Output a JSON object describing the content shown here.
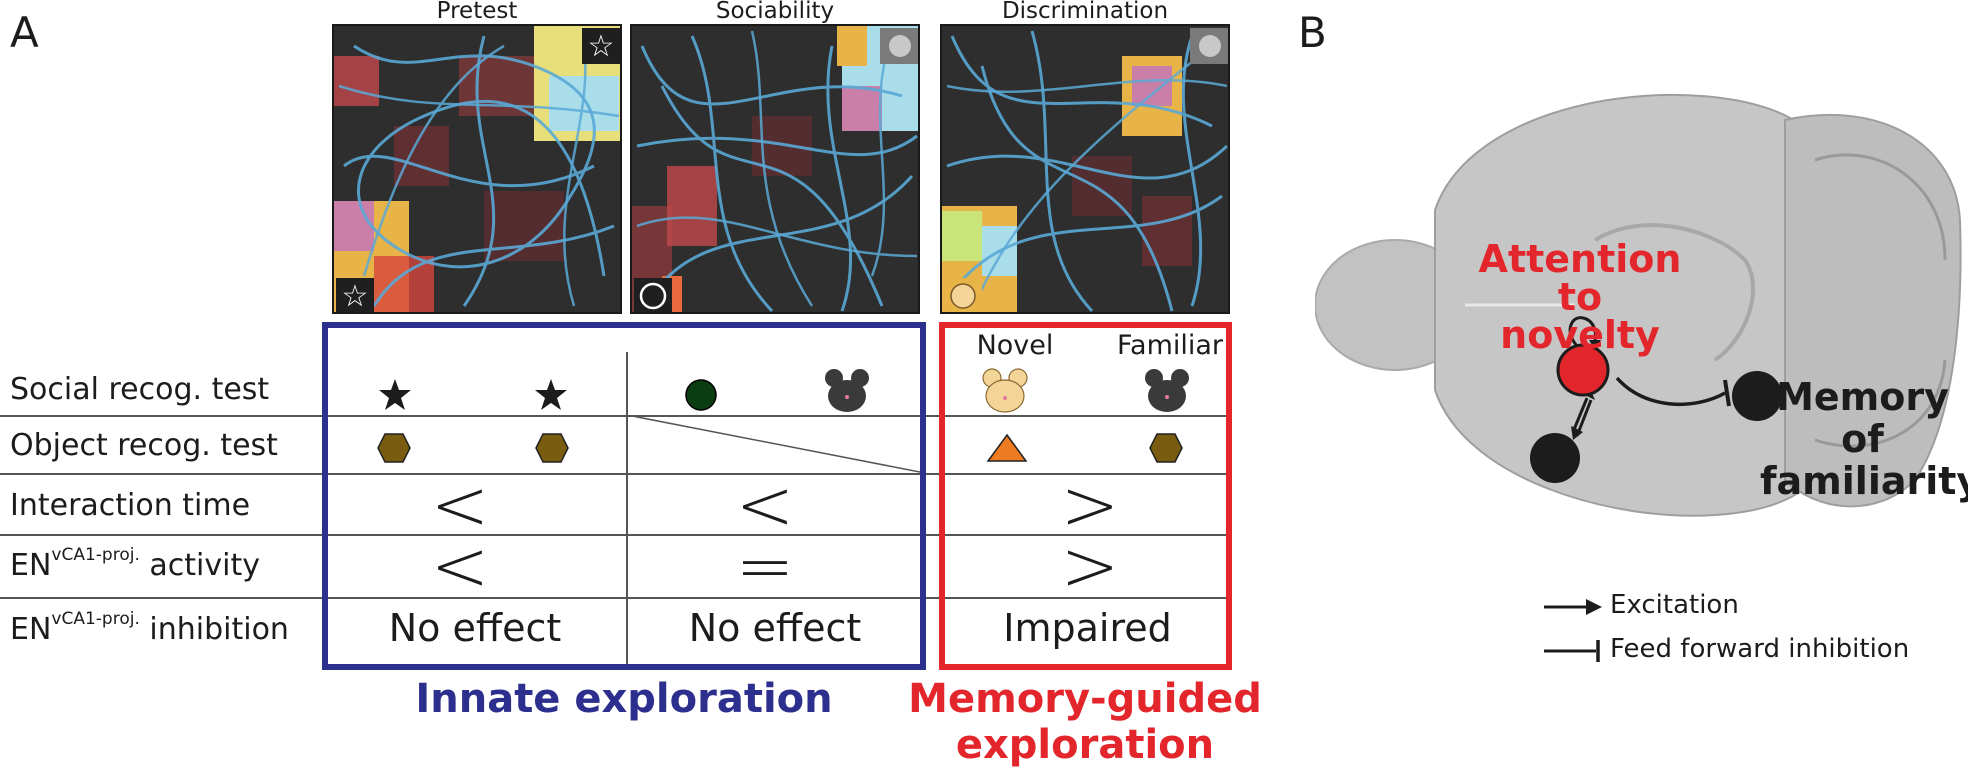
{
  "panels": {
    "a": "A",
    "b": "B"
  },
  "maps": [
    {
      "title": "Pretest"
    },
    {
      "title": "Sociability"
    },
    {
      "title": "Discrimination"
    }
  ],
  "table": {
    "rows": [
      "Social recog. test",
      "Object recog. test",
      "Interaction time",
      "activity",
      "inhibition"
    ],
    "row_prefix": "EN",
    "row_sup": "vCA1-proj.",
    "col_heads": {
      "novel": "Novel",
      "familiar": "Familiar"
    },
    "interaction": {
      "c1": "<",
      "c2": "<",
      "c3": ">"
    },
    "activity": {
      "c1": "<",
      "c2": "=",
      "c3": ">"
    },
    "inhibition": {
      "c1": "No effect",
      "c2": "No effect",
      "c3": "Impaired"
    }
  },
  "groups": {
    "innate": "Innate exploration",
    "memory_line1": "Memory-guided",
    "memory_line2": "exploration"
  },
  "brain": {
    "attention_l1": "Attention",
    "attention_l2": "to",
    "attention_l3": "novelty",
    "memory_l1": "Memory",
    "memory_l2": "of",
    "memory_l3": "familiarity"
  },
  "legend": {
    "excitation": "Excitation",
    "ffi": "Feed forward inhibition"
  },
  "colors": {
    "blue": "#2d2f8e",
    "red": "#e2262b",
    "trace": "#5aa9d6"
  }
}
